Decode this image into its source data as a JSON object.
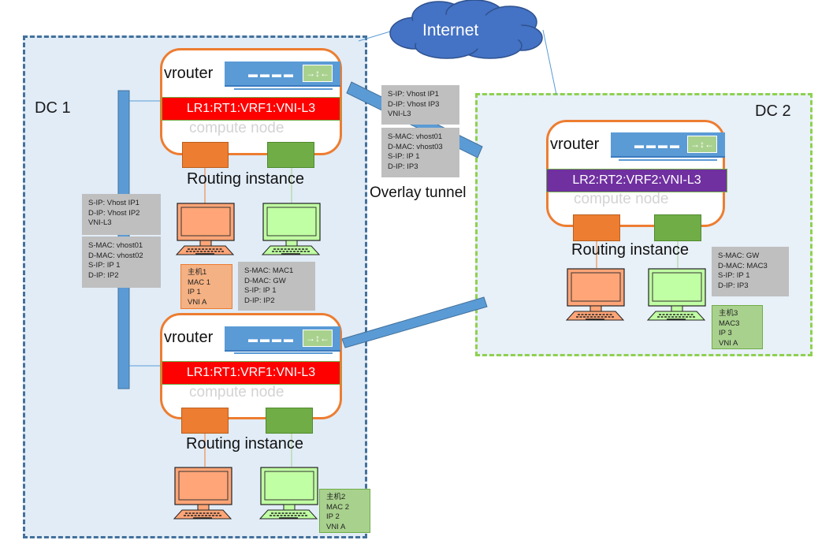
{
  "internet": {
    "label": "Internet"
  },
  "dc1": {
    "label": "DC 1",
    "node_top": {
      "vrouter_label": "vrouter",
      "vrf_label": "LR1:RT1:VRF1:VNI-L3",
      "compute_label": "compute node",
      "routing_label": "Routing instance"
    },
    "node_bottom": {
      "vrouter_label": "vrouter",
      "vrf_label": "LR1:RT1:VRF1:VNI-L3",
      "compute_label": "compute node",
      "routing_label": "Routing instance"
    },
    "underlay_outer": [
      "S-IP: Vhost IP1",
      "D-IP: Vhost IP2",
      "VNI-L3"
    ],
    "underlay_inner": [
      "S-MAC: vhost01",
      "D-MAC: vhost02",
      "S-IP: IP 1",
      "D-IP: IP2"
    ],
    "host1": [
      "主机1",
      "MAC 1",
      "IP 1",
      "VNI A"
    ],
    "host1_packet": [
      "S-MAC: MAC1",
      "D-MAC: GW",
      "S-IP: IP 1",
      "D-IP: IP2"
    ],
    "host2": [
      "主机2",
      "MAC 2",
      "IP 2",
      "VNI A"
    ]
  },
  "tunnel": {
    "label": "Overlay tunnel",
    "outer": [
      "S-IP: Vhost IP1",
      "D-IP: Vhost IP3",
      "VNI-L3"
    ],
    "inner": [
      "S-MAC: vhost01",
      "D-MAC: vhost03",
      "S-IP: IP 1",
      "D-IP: IP3"
    ]
  },
  "dc2": {
    "label": "DC 2",
    "node": {
      "vrouter_label": "vrouter",
      "vrf_label": "LR2:RT2:VRF2:VNI-L3",
      "compute_label": "compute node",
      "routing_label": "Routing instance"
    },
    "host3_packet": [
      "S-MAC: GW",
      "D-MAC: MAC3",
      "S-IP: IP 1",
      "D-IP: IP3"
    ],
    "host3": [
      "主机3",
      "MAC3",
      "IP 3",
      "VNI A"
    ]
  },
  "colors": {
    "vrf_dc1": "#ff0000",
    "vrf_dc2": "#7030a0",
    "node_border": "#ed7d31",
    "switch": "#5b9bd5",
    "dc1_border": "#44719b",
    "dc2_border": "#8fd14f",
    "cloud": "#4472c4"
  }
}
